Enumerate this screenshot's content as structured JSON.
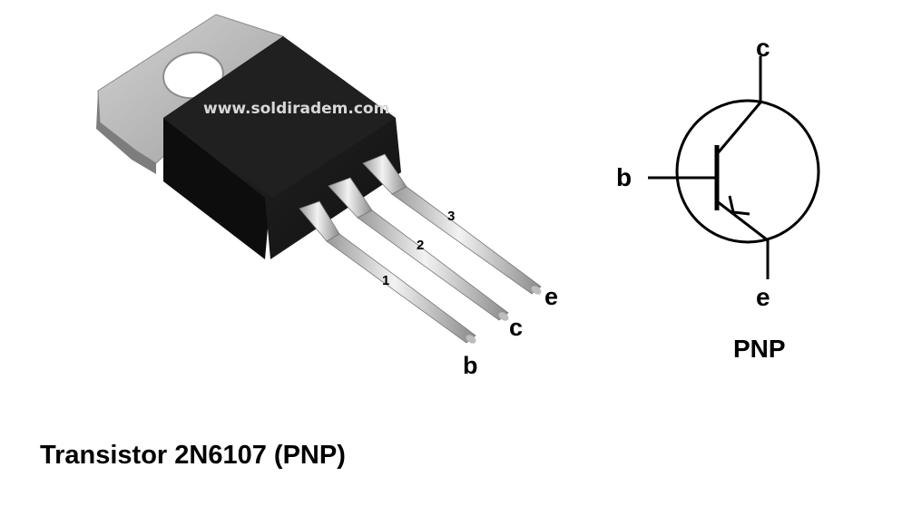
{
  "photo": {
    "watermark": "www.soldiradem.com",
    "pin_numbers": [
      "1",
      "2",
      "3"
    ],
    "pin_letters": [
      "b",
      "c",
      "e"
    ]
  },
  "symbol": {
    "collector_label": "c",
    "base_label": "b",
    "emitter_label": "e",
    "type_label": "PNP"
  },
  "caption": "Transistor 2N6107 (PNP)",
  "colors": {
    "tab": "#b5b5b5",
    "body": "#1a1a1a",
    "lead": "#cfcfcf",
    "ink": "#000000"
  }
}
